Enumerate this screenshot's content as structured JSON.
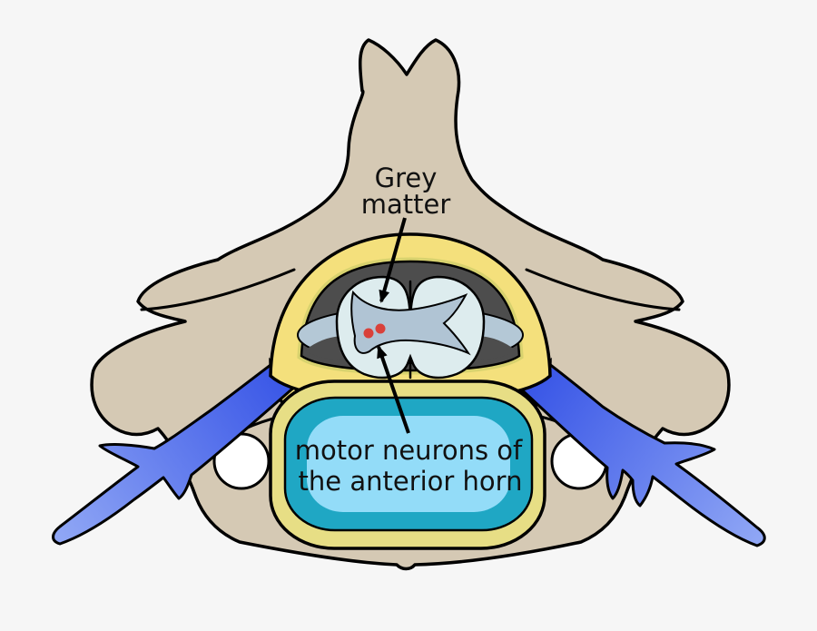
{
  "diagram": {
    "labels": {
      "grey_line1": "Grey",
      "grey_line2": "matter",
      "motor_line1": "motor neurons of",
      "motor_line2": "the anterior horn"
    },
    "motor_neuron_dot_count": 2,
    "colors": {
      "background": "#f6f6f6",
      "bone": "#d5c9b4",
      "outline": "#000000",
      "canal_yellow": "#f4e07c",
      "canal_khaki": "#d8d26e",
      "disc_yellow": "#e7de85",
      "epidural_gray": "#4d4d4d",
      "csf_slate": "#b4c8d6",
      "white_matter": "#ddecee",
      "grey_matter": "#b0c4d4",
      "motor_neuron_red": "#d9413a",
      "nerve_dark_blue": "#2b49e4",
      "nerve_light_blue": "#8fa6f5",
      "body_teal": "#1fa7c4",
      "body_light_blue": "#93dcf8",
      "foramen_white": "#ffffff",
      "label_color": "#111111"
    }
  }
}
